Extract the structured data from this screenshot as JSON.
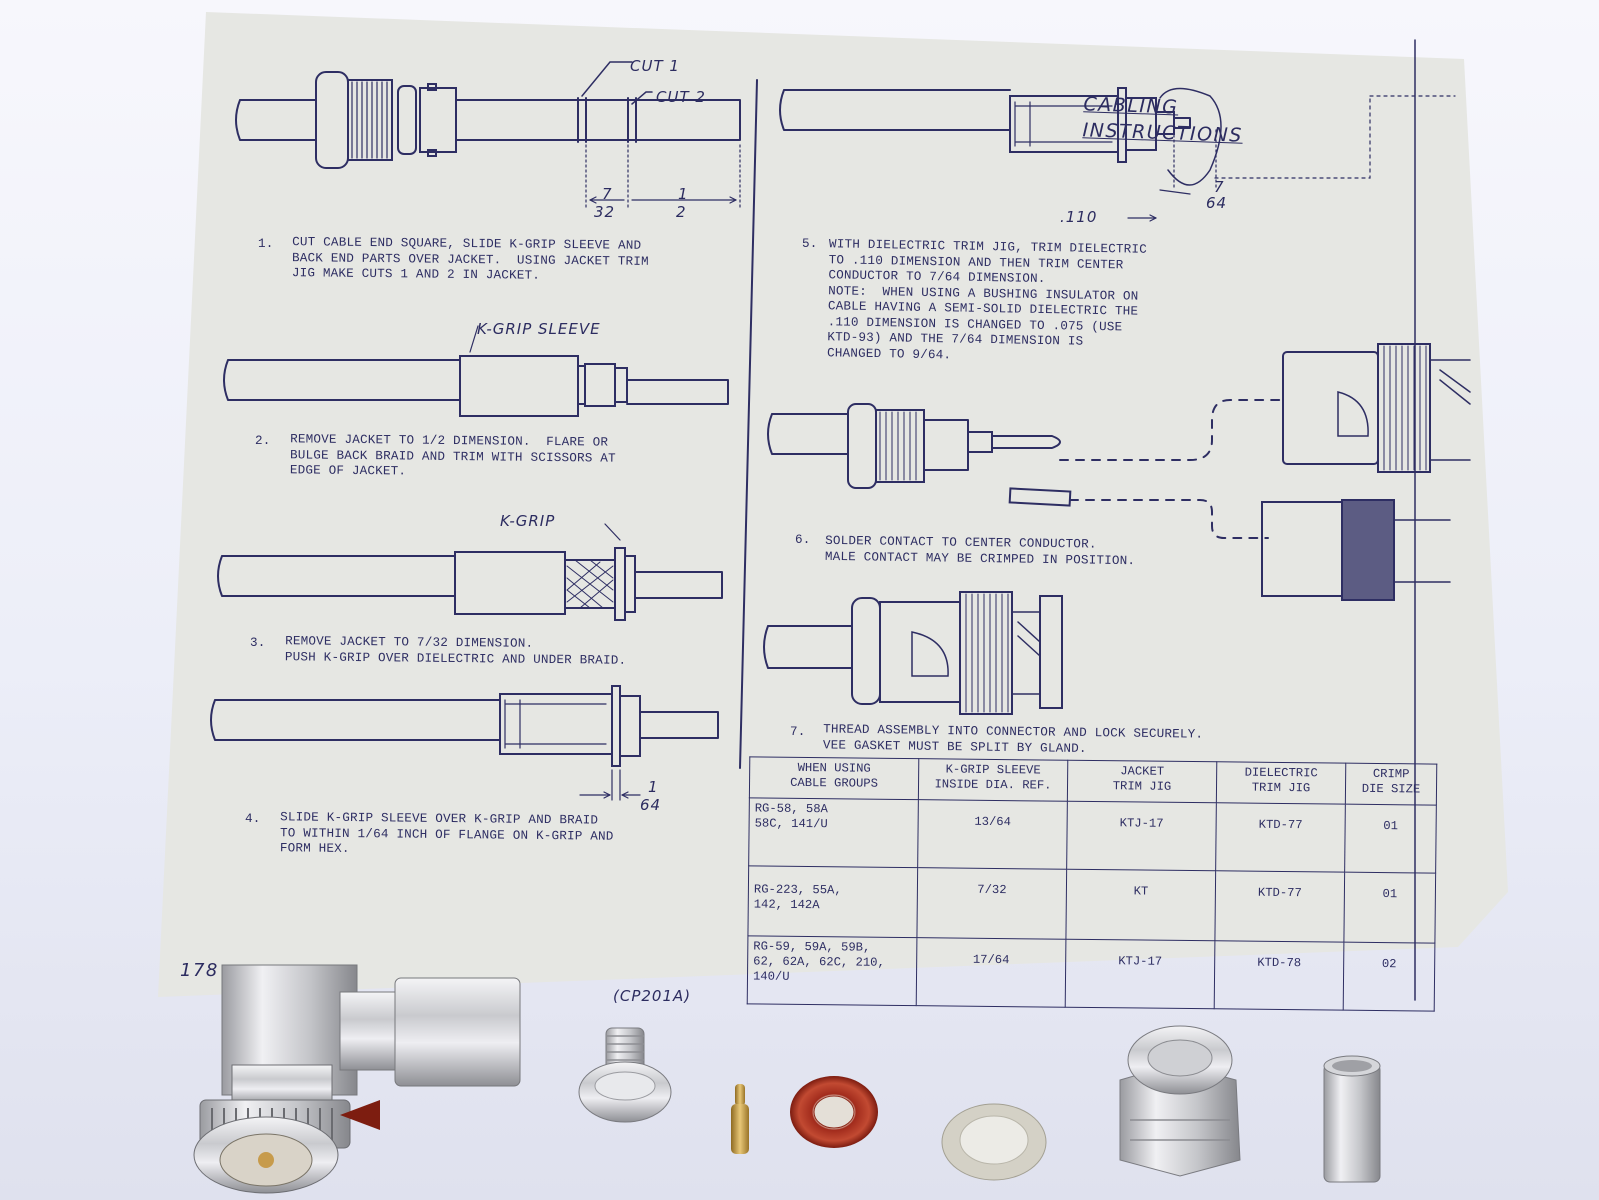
{
  "title": {
    "line1": "CABLING",
    "line2": "INSTRUCTIONS"
  },
  "steps": [
    {
      "num": "1.",
      "text": "CUT CABLE END SQUARE, SLIDE K-GRIP SLEEVE AND\nBACK END PARTS OVER JACKET.  USING JACKET TRIM\nJIG MAKE CUTS 1 AND 2 IN JACKET."
    },
    {
      "num": "2.",
      "text": "REMOVE JACKET TO 1/2 DIMENSION.  FLARE OR\nBULGE BACK BRAID AND TRIM WITH SCISSORS AT\nEDGE OF JACKET."
    },
    {
      "num": "3.",
      "text": "REMOVE JACKET TO 7/32 DIMENSION.\nPUSH K-GRIP OVER DIELECTRIC AND UNDER BRAID."
    },
    {
      "num": "4.",
      "text": "SLIDE K-GRIP SLEEVE OVER K-GRIP AND BRAID\nTO WITHIN 1/64 INCH OF FLANGE ON K-GRIP AND\nFORM HEX."
    },
    {
      "num": "5.",
      "text": "WITH DIELECTRIC TRIM JIG, TRIM DIELECTRIC\nTO .110 DIMENSION AND THEN TRIM CENTER\nCONDUCTOR TO 7/64 DIMENSION.\nNOTE:  WHEN USING A BUSHING INSULATOR ON\nCABLE HAVING A SEMI-SOLID DIELECTRIC THE\n.110 DIMENSION IS CHANGED TO .075 (USE\nKTD-93) AND THE 7/64 DIMENSION IS\nCHANGED TO 9/64."
    },
    {
      "num": "6.",
      "text": "SOLDER CONTACT TO CENTER CONDUCTOR.\nMALE CONTACT MAY BE CRIMPED IN POSITION."
    },
    {
      "num": "7.",
      "text": "THREAD ASSEMBLY INTO CONNECTOR AND LOCK SECURELY.\nVEE GASKET MUST BE SPLIT BY GLAND."
    }
  ],
  "labels": {
    "cut1": "CUT 1",
    "cut2": "CUT 2",
    "seven_32_num": "7",
    "seven_32_den": "32",
    "half_num": "1",
    "half_den": "2",
    "k_grip_sleeve": "K-GRIP SLEEVE",
    "k_grip": "K-GRIP",
    "one_64_num": "1",
    "one_64_den": "64",
    "dim_110": ".110",
    "seven_64_num": "7",
    "seven_64_den": "64",
    "page_number": "178",
    "part_code": "(CP201A)"
  },
  "table": {
    "headers": [
      "WHEN USING\nCABLE GROUPS",
      "K-GRIP SLEEVE\nINSIDE DIA. REF.",
      "JACKET\nTRIM JIG",
      "DIELECTRIC\nTRIM JIG",
      "CRIMP\nDIE SIZE"
    ],
    "rows": [
      {
        "groups": "RG-58, 58A\n58C, 141/U",
        "sleeve": "13/64",
        "jacket": "KTJ-17",
        "dielectric": "KTD-77",
        "crimp": "01"
      },
      {
        "groups": "RG-223, 55A,\n142, 142A",
        "sleeve": "7/32",
        "jacket": "KT",
        "dielectric": "KTD-77",
        "crimp": "01"
      },
      {
        "groups": "RG-59, 59A, 59B,\n62, 62A, 62C, 210,\n140/U",
        "sleeve": "17/64",
        "jacket": "KTJ-17",
        "dielectric": "KTD-78",
        "crimp": "02"
      }
    ]
  },
  "colors": {
    "ink": "#2e2e63",
    "paper": "#e6e7e3",
    "background": "#eceef8",
    "silver": "#cfd0d4",
    "gasket_red": "#a83220",
    "gold": "#c9a24a"
  },
  "parts": [
    "right-angle-bnc-connector",
    "k-grip-insert",
    "center-contact-pin",
    "red-vee-gasket",
    "washer",
    "hex-nut-gland",
    "crimp-sleeve"
  ]
}
